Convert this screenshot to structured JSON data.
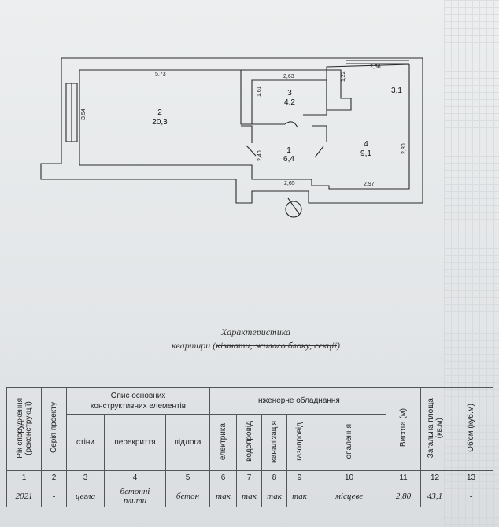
{
  "plan": {
    "dimensions": {
      "d573": "5,73",
      "d354": "3,54",
      "d263": "2,63",
      "d161": "1,61",
      "d122": "1,22",
      "d256": "2,56",
      "d240": "2,40",
      "d265": "2,65",
      "d280": "2,80",
      "d297": "2,97"
    },
    "rooms": [
      {
        "number": "2",
        "area": "20,3"
      },
      {
        "number": "3",
        "area": "4,2"
      },
      {
        "number": "1",
        "area": "6,4"
      },
      {
        "number": "4",
        "area": "9,1"
      }
    ],
    "height_label": "3,1"
  },
  "caption": {
    "line1": "Характеристика",
    "line2_prefix": "квартири (",
    "line2_struck": "кімнати, жилого блоку, секції",
    "line2_suffix": ")"
  },
  "table": {
    "col_headers": {
      "year": "Рік спорудження\n(реконструкції)",
      "series": "Серія проекту",
      "structure_group": "Опис основних\nконструктивних елементів",
      "walls": "стіни",
      "floors_ceiling": "перекриття",
      "floor": "підлога",
      "engineering_group": "Інженерне обладнання",
      "electric": "електрика",
      "water": "водопровід",
      "sewer": "каналізація",
      "gas": "газопровід",
      "heating": "опалення",
      "height": "Висота (м)",
      "total_area": "Загальна площа\n(кв.м)",
      "volume": "Об'єм (куб.м)"
    },
    "column_numbers": [
      "1",
      "2",
      "3",
      "4",
      "5",
      "6",
      "7",
      "8",
      "9",
      "10",
      "11",
      "12",
      "13"
    ],
    "values": {
      "year": "2021",
      "series": "-",
      "walls": "цегла",
      "floors_ceiling": "бетонні\nплити",
      "floor": "бетон",
      "electric": "так",
      "water": "так",
      "sewer": "так",
      "gas": "так",
      "heating": "місцеве",
      "height": "2,80",
      "total_area": "43,1",
      "volume": "-"
    }
  }
}
